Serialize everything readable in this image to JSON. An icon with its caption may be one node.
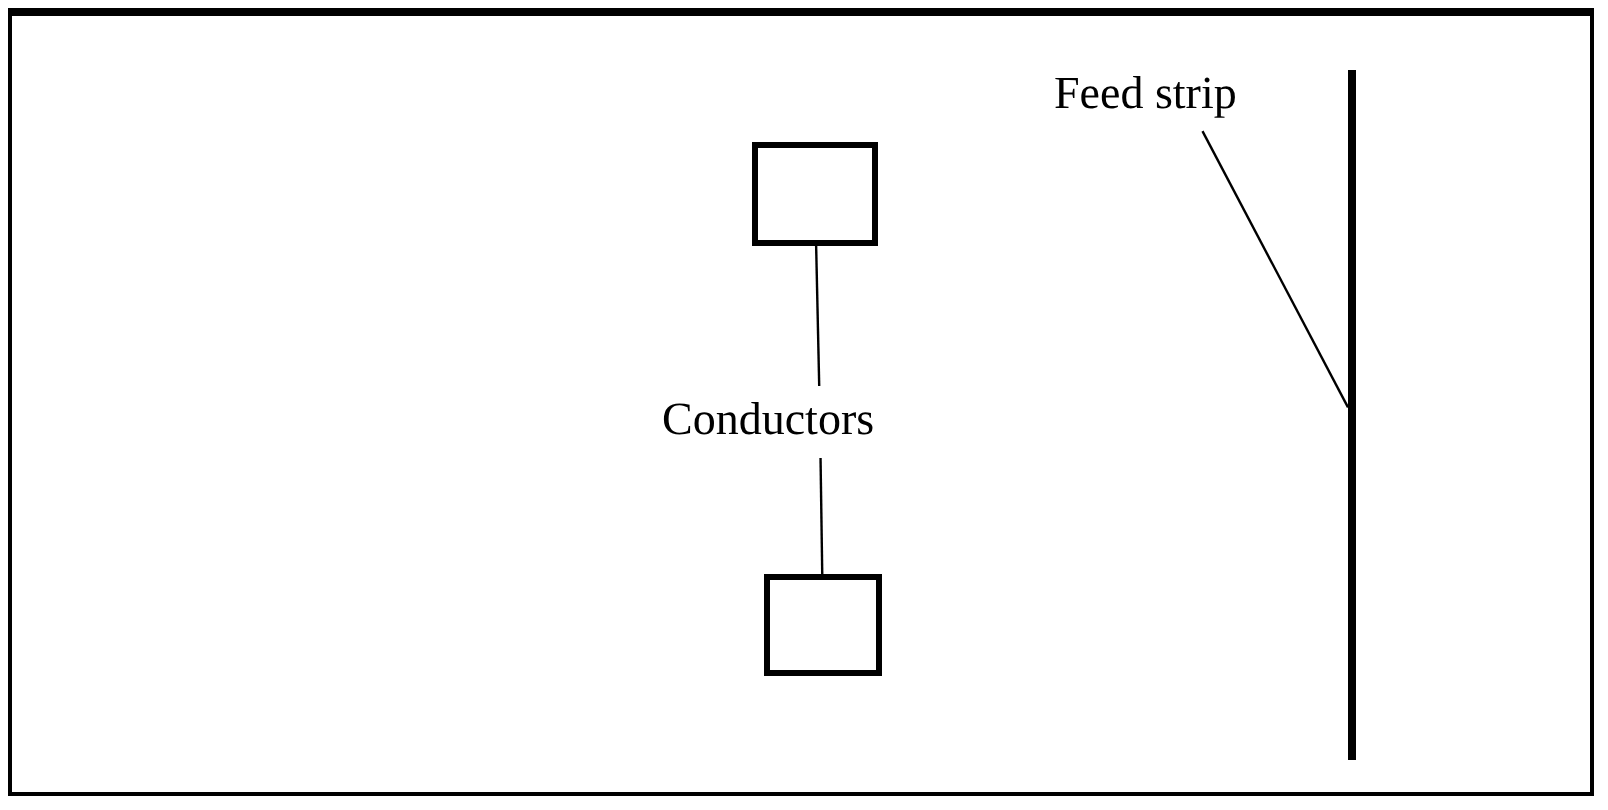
{
  "diagram": {
    "nodes": [
      {
        "text": [
          "Feed strip"
        ]
      },
      {
        "text": [],
        "shape": "bar"
      },
      {
        "text": [],
        "shape": "box"
      },
      {
        "text": [
          "Conductors"
        ]
      },
      {
        "text": [],
        "shape": "box"
      }
    ],
    "edges": [
      {
        "from": 0,
        "to": 1,
        "arrow": "none"
      },
      {
        "from": 3,
        "to": 2,
        "arrow": "none"
      },
      {
        "from": 3,
        "to": 4,
        "arrow": "none"
      }
    ]
  }
}
